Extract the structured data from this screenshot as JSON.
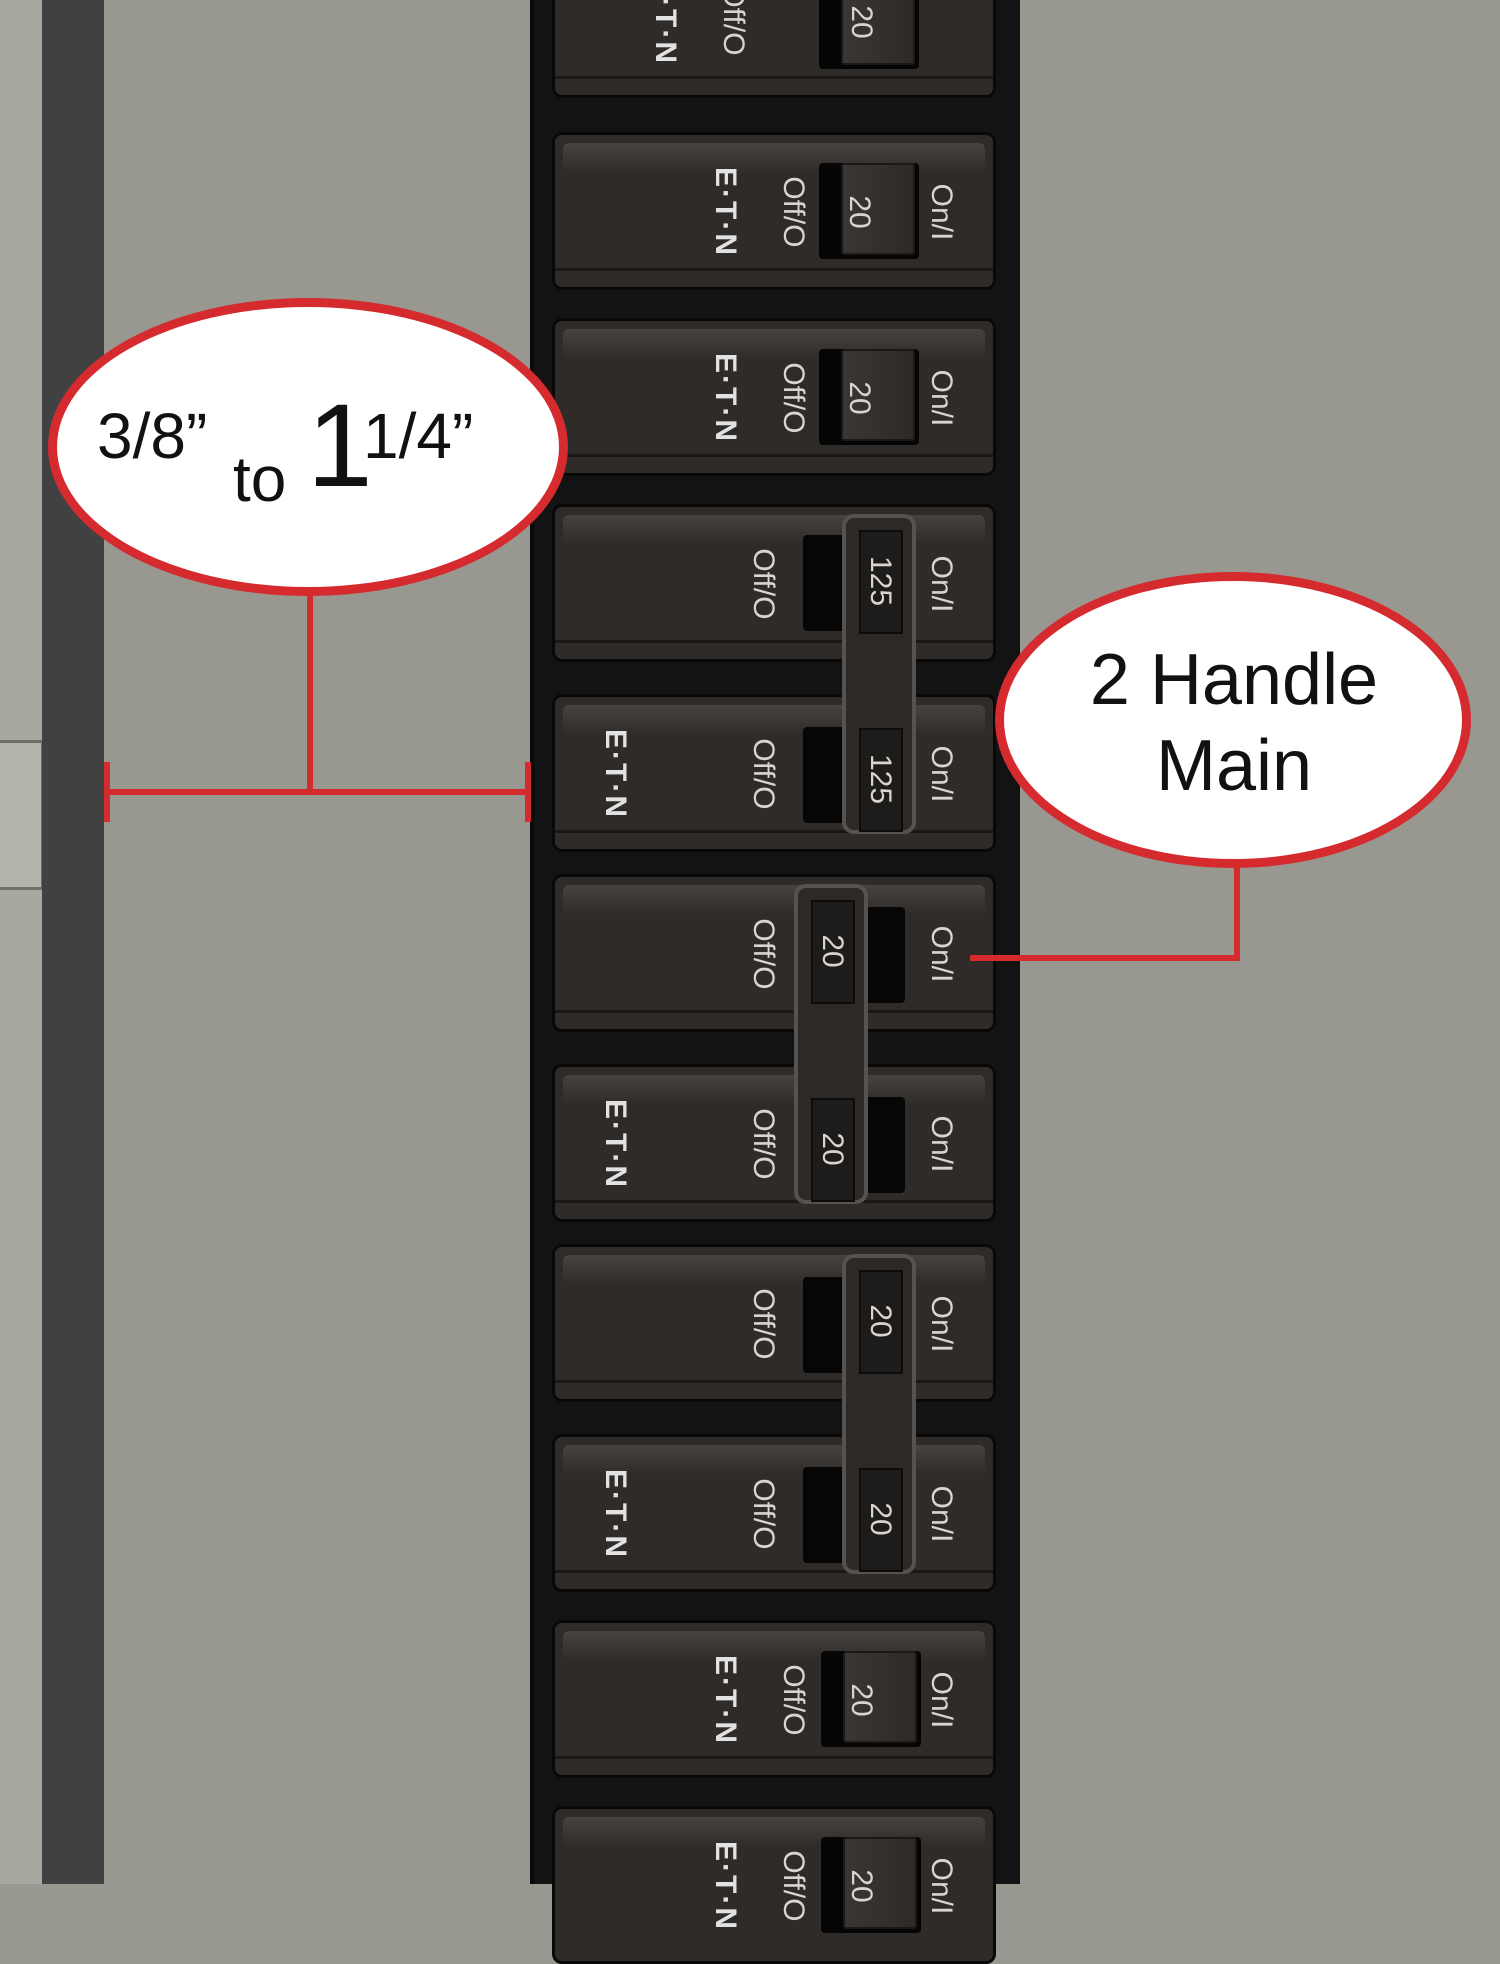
{
  "callouts": {
    "clearance": {
      "a": "3/8",
      "quote_a": "”",
      "to": "to",
      "b_whole": "1",
      "b_frac": "1/4",
      "quote_b": "”"
    },
    "main": {
      "line1": "2 Handle",
      "line2": "Main"
    }
  },
  "breakers": {
    "on_label": "On/I",
    "off_label": "Off/O",
    "brand": "E·T·N",
    "ratings": [
      "20",
      "20",
      "20",
      "125",
      "125",
      "20",
      "20",
      "20",
      "20",
      "20",
      "20"
    ]
  },
  "colors": {
    "accent": "#d52b2f",
    "panel": "#989891",
    "breaker": "#2f2b28"
  }
}
